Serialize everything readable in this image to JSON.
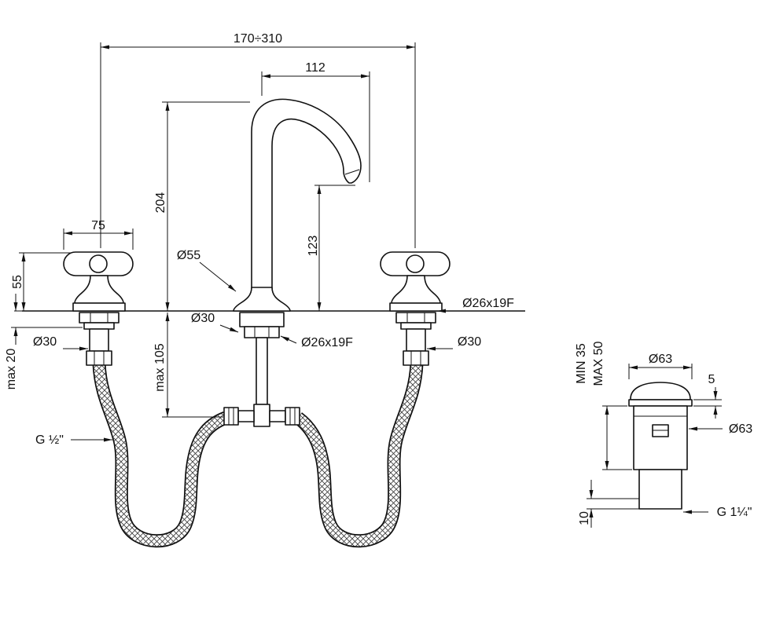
{
  "colors": {
    "ink": "#111111",
    "background": "#ffffff"
  },
  "drawing": {
    "faucet": {
      "dim_spread": "170÷310",
      "dim_spout_reach": "112",
      "dim_spout_height": "204",
      "dim_outlet_height": "123",
      "dim_handle_width": "75",
      "dim_handle_height": "55",
      "dim_spout_base": "Ø55",
      "dim_left_tail": "Ø30",
      "dim_center_hole": "Ø30",
      "dim_right_tail": "Ø30",
      "dim_center_nut": "Ø26x19F",
      "dim_right_nut": "Ø26x19F",
      "dim_deck_max": "max 20",
      "dim_below_deck": "max 105",
      "dim_supply_thread": "G ½\""
    },
    "drain": {
      "dim_min": "MIN 35",
      "dim_max": "MAX 50",
      "dim_cap_dia": "Ø63",
      "dim_cap_edge": "5",
      "dim_body_dia": "Ø63",
      "dim_offset": "10",
      "dim_thread": "G 1¼\""
    }
  }
}
